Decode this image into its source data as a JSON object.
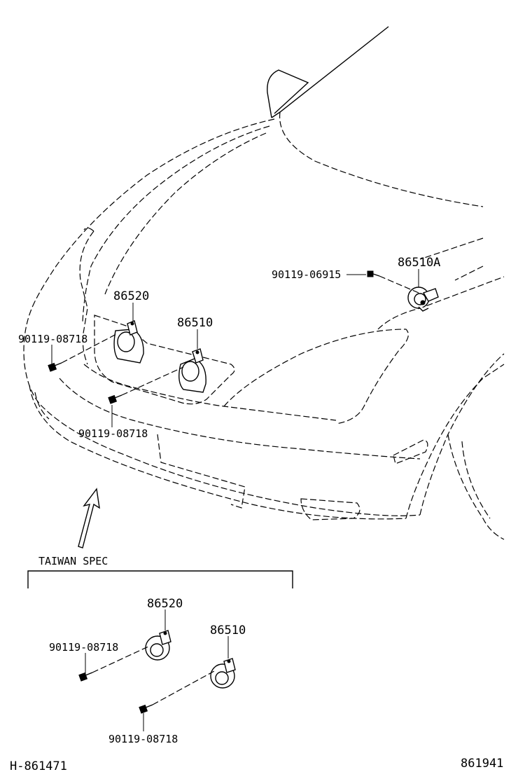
{
  "labels": {
    "horn_low_main": "86510",
    "horn_high_main": "86520",
    "horn_alt": "86510A",
    "bolt_06915": "90119-06915",
    "bolt_08718_left": "90119-08718",
    "bolt_08718_mid": "90119-08718",
    "taiwan_spec": "TAIWAN SPEC",
    "taiwan_horn_high": "86520",
    "taiwan_horn_low": "86510",
    "taiwan_bolt_upper": "90119-08718",
    "taiwan_bolt_lower": "90119-08718",
    "ref_left": "H-861471",
    "ref_right": "861941"
  },
  "icons": [
    "horn-icon",
    "bolt-icon",
    "arrow-icon"
  ]
}
